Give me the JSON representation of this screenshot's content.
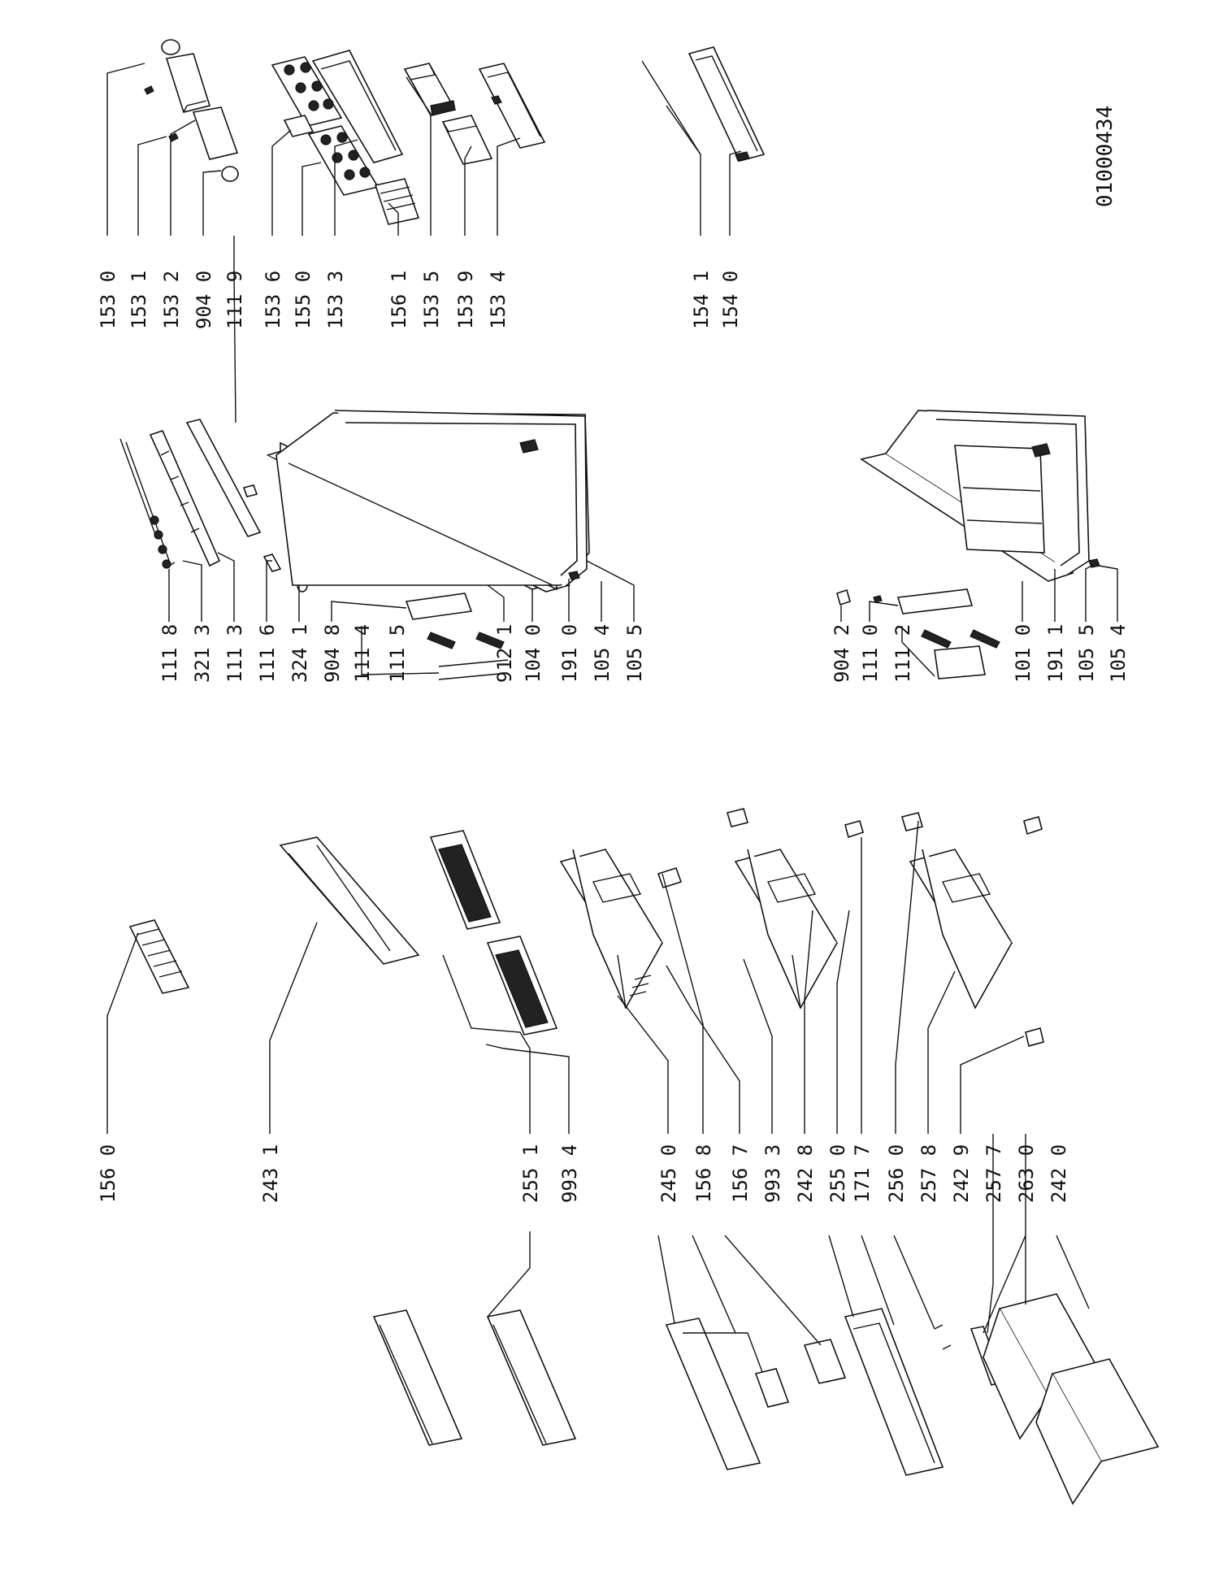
{
  "drawing_number": "01000434",
  "callouts": {
    "left": [
      "156 0",
      "243 1",
      "255 1",
      "993 4",
      "245 0",
      "156 8",
      "156 7",
      "993 3",
      "242 8",
      "255 0",
      "171 7",
      "256 0",
      "257 8",
      "242 9",
      "257 7",
      "263 0",
      "242 0"
    ],
    "middle_upper": [
      "111 8",
      "321 3",
      "111 3",
      "111 6",
      "324 1",
      "904 8",
      "111 4",
      "111 5",
      "912 1",
      "104 0",
      "191 0",
      "105 4",
      "105 5"
    ],
    "middle_lower": [
      "904 2",
      "111 0",
      "111 2",
      "101 0",
      "191 1",
      "105 5",
      "105 4"
    ],
    "right": [
      "153 0",
      "153 1",
      "153 2",
      "904 0",
      "111 9",
      "153 6",
      "155 0",
      "153 3",
      "156 1",
      "153 5",
      "153 9",
      "153 4",
      "154 1",
      "154 0"
    ]
  }
}
